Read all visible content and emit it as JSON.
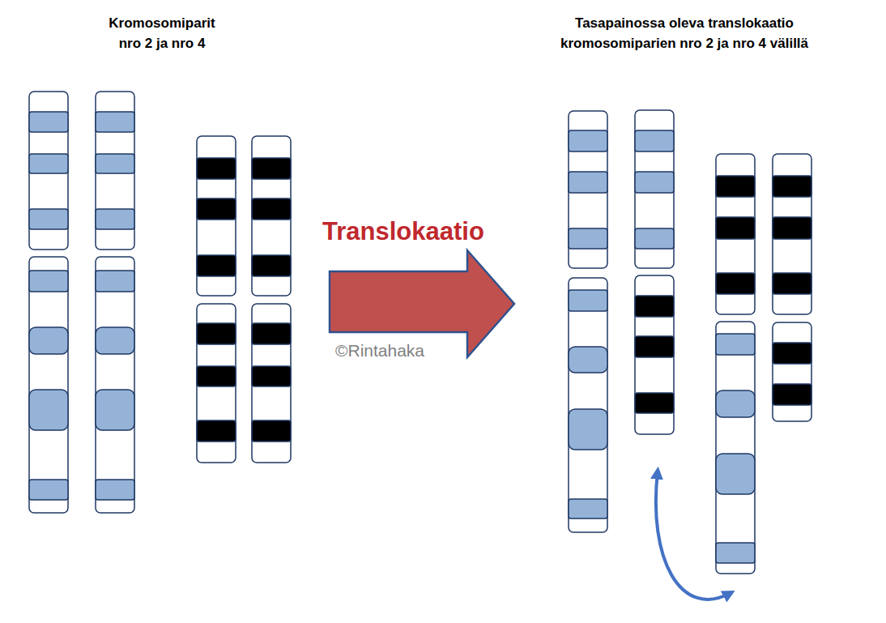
{
  "diagram": {
    "labels": [
      "Kromosomiparit nro 2 ja nro 4",
      "Tasapainossa oleva translokaatio kromosomiparien nro 2 ja nro 4 välillä",
      "Translokaatio",
      "©Rintahaka"
    ]
  }
}
